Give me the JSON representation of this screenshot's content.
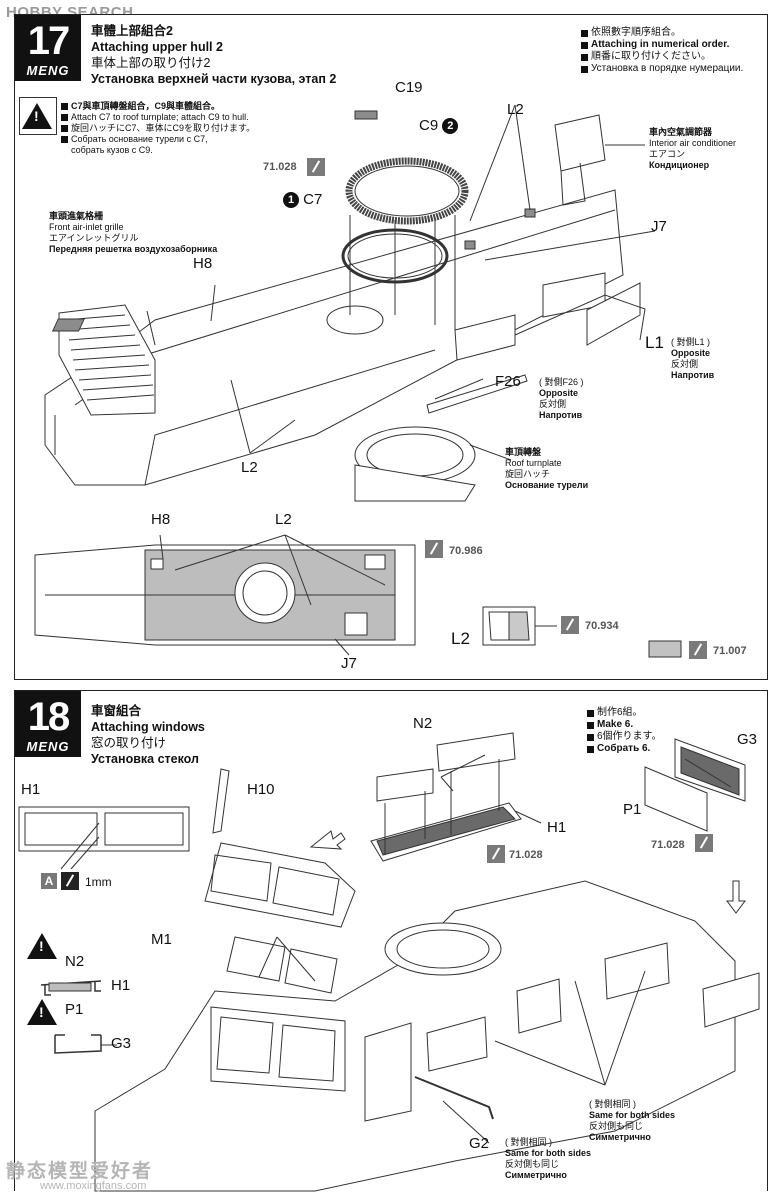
{
  "watermark_top": {
    "text": "HOBBY SEARCH"
  },
  "watermark_bottom": {
    "text": "静态模型爱好者",
    "url": "www.moxingfans.com"
  },
  "brand": "MENG",
  "step17": {
    "number": "17",
    "title_zh": "車體上部組合2",
    "title_en": "Attaching upper hull 2",
    "title_ja": "車体上部の取り付け2",
    "title_ru": "Установка верхней части кузова, этап 2",
    "order_note": [
      "依照數字順序組合。",
      "Attaching in numerical order.",
      "順番に取り付けください。",
      "Установка в порядке нумерации."
    ],
    "warning": [
      "C7與車頂轉盤組合，C9與車體組合。",
      "Attach C7 to roof turnplate; attach C9 to hull.",
      "旋回ハッチにC7、車体にC9を取り付けます。",
      "Собрать основание турели с С7,",
      "собрать кузов с С9."
    ],
    "parts": {
      "c19": "C19",
      "c9": "C9",
      "c9_num": "2",
      "c7": "C7",
      "c7_num": "1",
      "l2": "L2",
      "j7": "J7",
      "h8": "H8",
      "l1": "L1",
      "f26": "F26"
    },
    "callouts": {
      "aircon": [
        "車內空氣調節器",
        "Interior air conditioner",
        "エアコン",
        "Кондиционер"
      ],
      "grille": [
        "車頭進氣格柵",
        "Front air-inlet grille",
        "エアインレットグリル",
        "Передняя решетка воздухозаборника"
      ],
      "l1_opp": [
        "( 對側L1 )",
        "Opposite",
        "反対側",
        "Напротив"
      ],
      "f26_opp": [
        "( 對側F26 )",
        "Opposite",
        "反対側",
        "Напротив"
      ],
      "turnplate": [
        "車頂轉盤",
        "Roof turnplate",
        "旋回ハッチ",
        "Основание турели"
      ]
    },
    "paint_codes": [
      "71.028",
      "70.986",
      "70.934",
      "71.007"
    ]
  },
  "step18": {
    "number": "18",
    "title_zh": "車窗組合",
    "title_en": "Attaching windows",
    "title_ja": "窓の取り付け",
    "title_ru": "Установка стекол",
    "make_note": [
      "制作6組。",
      "Make 6.",
      "6個作ります。",
      "Собрать 6."
    ],
    "parts": {
      "h1": "H1",
      "h10": "H10",
      "n2": "N2",
      "m1": "M1",
      "g3": "G3",
      "p1": "P1",
      "g2": "G2"
    },
    "glue_note": {
      "letter": "A",
      "size": "1mm"
    },
    "same_both": [
      "( 對側相同 )",
      "Same for both sides",
      "反対側も同じ",
      "Симметрично"
    ],
    "paint_codes": [
      "71.028",
      "71.028"
    ]
  }
}
